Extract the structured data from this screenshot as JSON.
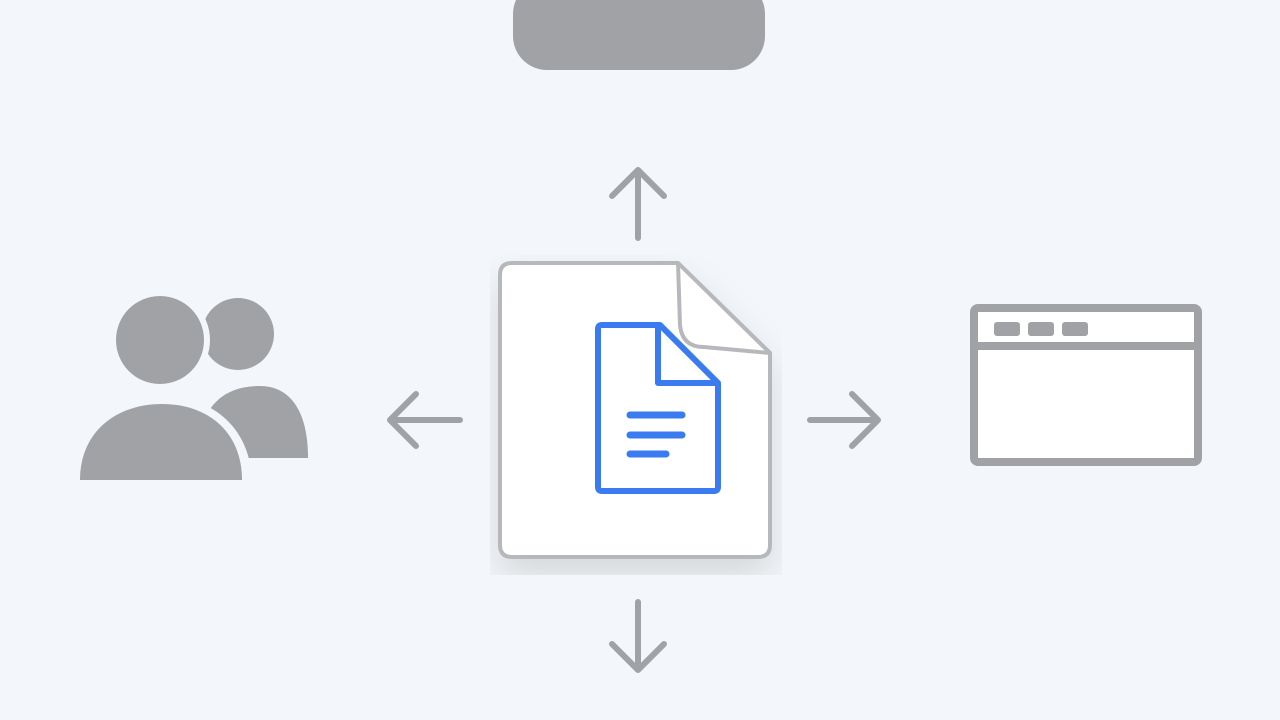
{
  "diagram": {
    "icons": {
      "center": "document-icon",
      "left": "users-icon",
      "right": "browser-window-icon",
      "top": "cloud-pill-shape"
    },
    "arrows": [
      "arrow-up",
      "arrow-down",
      "arrow-left",
      "arrow-right"
    ]
  },
  "colors": {
    "background": "#f3f6fa",
    "icon_gray": "#a0a2a5",
    "document_blue": "#3a7bef",
    "card_white": "#ffffff"
  }
}
